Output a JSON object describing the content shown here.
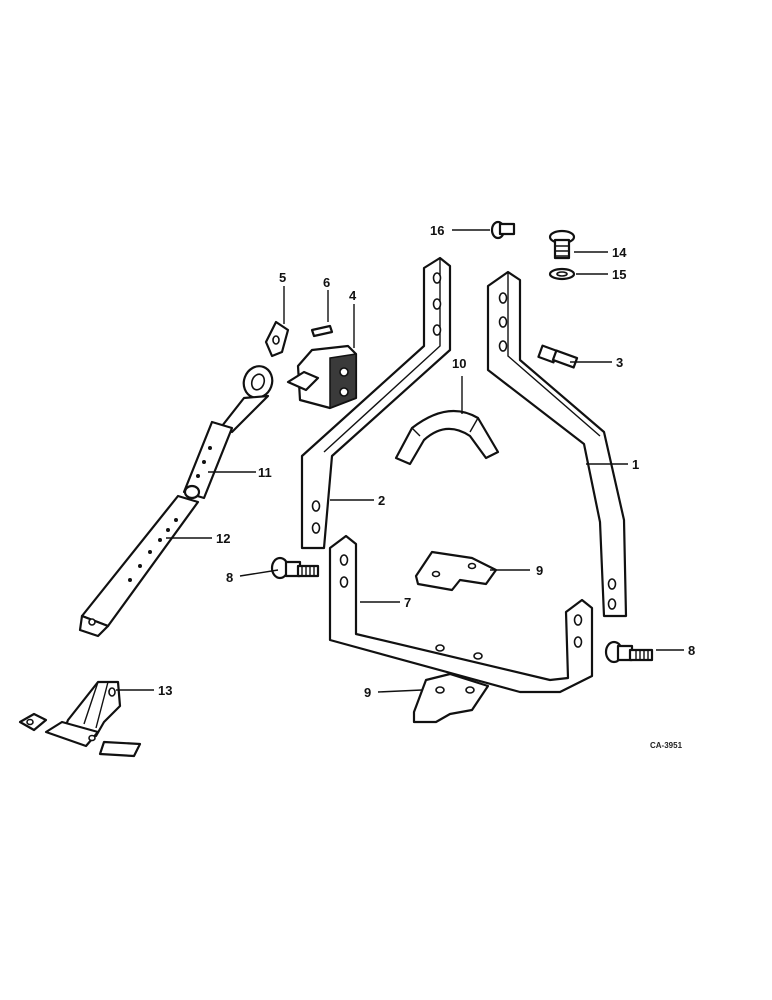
{
  "diagram": {
    "callouts": {
      "p1": "1",
      "p2": "2",
      "p3": "3",
      "p4": "4",
      "p5": "5",
      "p6": "6",
      "p7": "7",
      "p8a": "8",
      "p8b": "8",
      "p9a": "9",
      "p9b": "9",
      "p10": "10",
      "p11": "11",
      "p12": "12",
      "p13": "13",
      "p14": "14",
      "p15": "15",
      "p16": "16"
    },
    "code": "CA-3951"
  }
}
